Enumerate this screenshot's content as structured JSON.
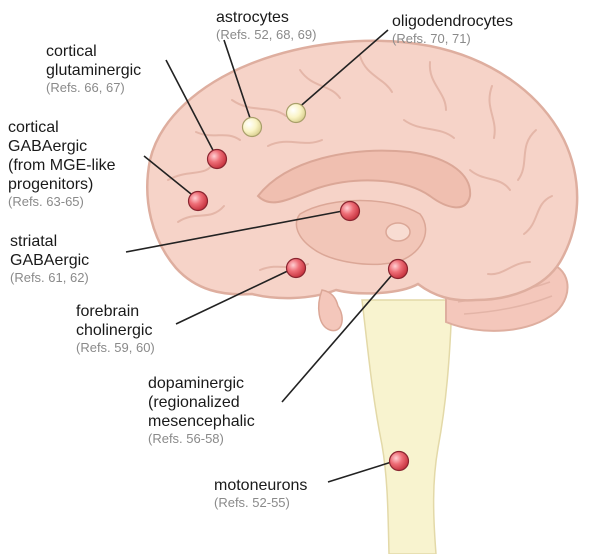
{
  "colors": {
    "neuron_marker": "#e8505b",
    "glia_marker": "#f7f0b8",
    "brain_tissue": "#f6d3c8",
    "brainstem": "#f8f3cf",
    "leader_line": "#222222",
    "reference_text": "#8a8a8a"
  },
  "labels": {
    "astrocytes": {
      "name": "astrocytes",
      "refs": "(Refs. 52, 68, 69)"
    },
    "oligodendrocytes": {
      "name": "oligodendrocytes",
      "refs": "(Refs. 70, 71)"
    },
    "cortical_glutaminergic": {
      "name": "cortical\nglutaminergic",
      "refs": "(Refs. 66, 67)"
    },
    "cortical_gabaergic": {
      "name": "cortical\nGABAergic\n(from MGE-like\nprogenitors)",
      "refs": "(Refs. 63-65)"
    },
    "striatal_gabaergic": {
      "name": "striatal\nGABAergic",
      "refs": "(Refs. 61, 62)"
    },
    "forebrain_cholinergic": {
      "name": "forebrain\ncholinergic",
      "refs": "(Refs. 59, 60)"
    },
    "dopaminergic": {
      "name": "dopaminergic\n(regionalized\nmesencephalic",
      "refs": "(Refs. 56-58)"
    },
    "motoneurons": {
      "name": "motoneurons",
      "refs": "(Refs. 52-55)"
    }
  }
}
